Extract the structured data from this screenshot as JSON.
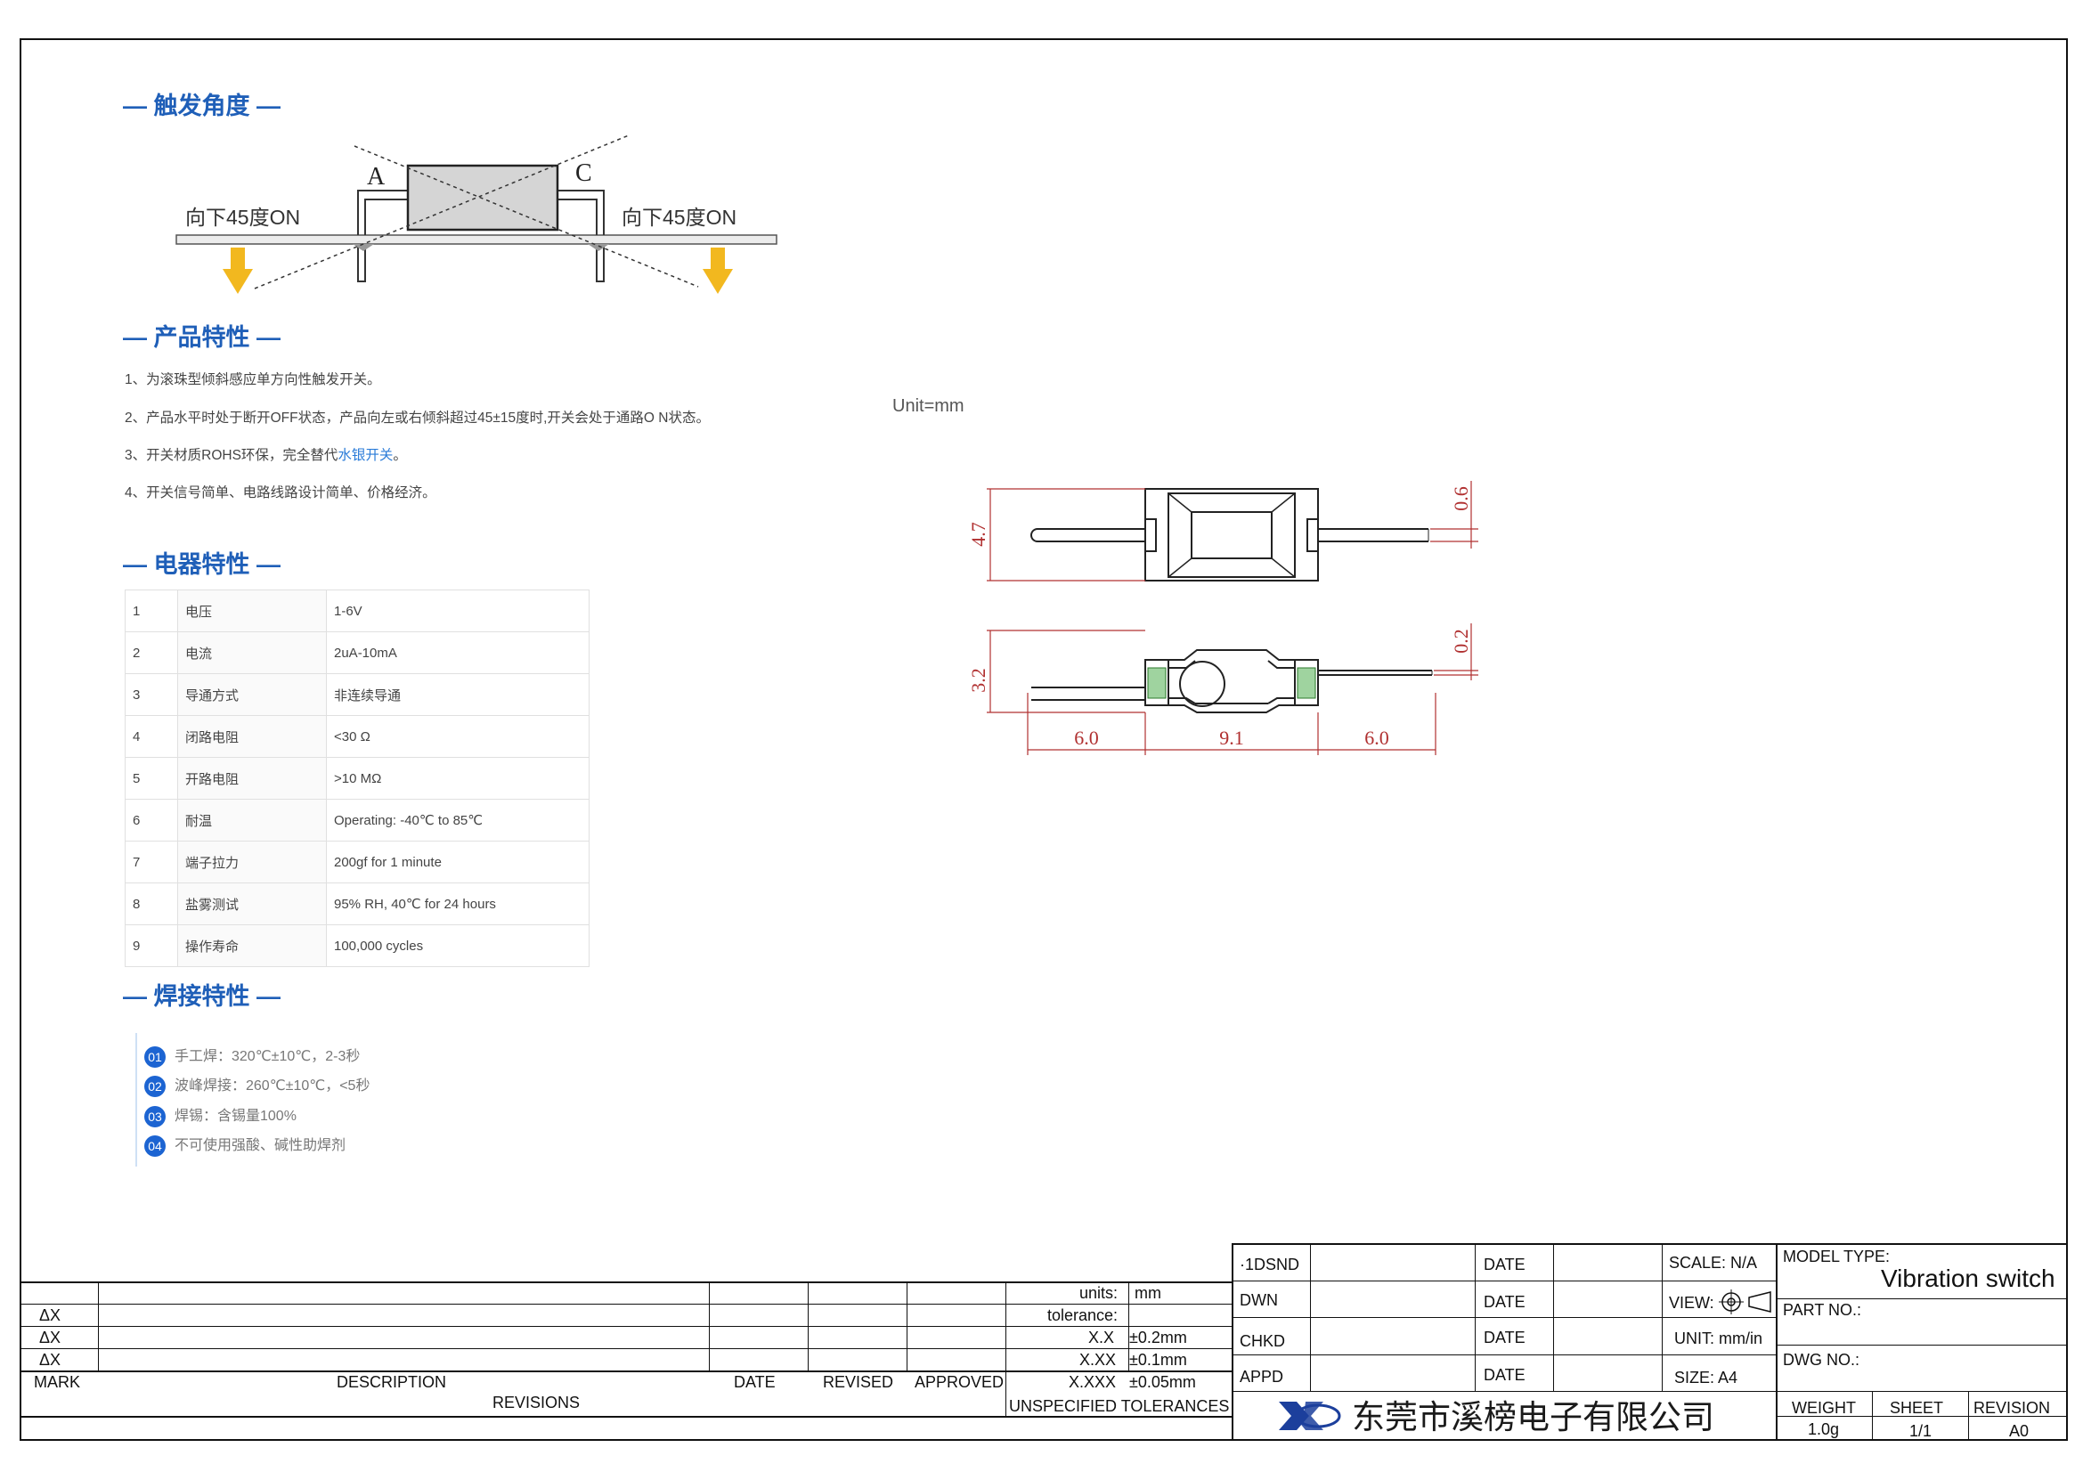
{
  "sections": {
    "trigger_angle": "— 触发角度 —",
    "features": "— 产品特性 —",
    "electrical": "— 电器特性 —",
    "soldering": "— 焊接特性 —"
  },
  "angle_diagram": {
    "label_a": "A",
    "label_c": "C",
    "left_text": "向下45度ON",
    "right_text": "向下45度ON",
    "arrow_color": "#f2b81f"
  },
  "features": [
    {
      "pre": "1、为滚珠型倾斜感应单方向性触发开关。",
      "link": "",
      "post": ""
    },
    {
      "pre": "2、产品水平时处于断开OFF状态，产品向左或右倾斜超过45±15度时,开关会处于通路O N状态。",
      "link": "",
      "post": ""
    },
    {
      "pre": "3、开关材质ROHS环保，完全替代",
      "link": "水银开关",
      "post": "。"
    },
    {
      "pre": "4、开关信号简单、电路线路设计简单、价格经济。",
      "link": "",
      "post": ""
    }
  ],
  "electrical_table": [
    {
      "idx": "1",
      "name": "电压",
      "value": "1-6V"
    },
    {
      "idx": "2",
      "name": "电流",
      "value": "2uA-10mA"
    },
    {
      "idx": "3",
      "name": "导通方式",
      "value": "非连续导通"
    },
    {
      "idx": "4",
      "name": "闭路电阻",
      "value": "<30 Ω"
    },
    {
      "idx": "5",
      "name": "开路电阻",
      "value": ">10 MΩ"
    },
    {
      "idx": "6",
      "name": "耐温",
      "value": "Operating: -40℃ to 85℃"
    },
    {
      "idx": "7",
      "name": "端子拉力",
      "value": "200gf for 1 minute"
    },
    {
      "idx": "8",
      "name": "盐雾测试",
      "value": "95% RH, 40℃ for 24 hours"
    },
    {
      "idx": "9",
      "name": "操作寿命",
      "value": "100,000 cycles"
    }
  ],
  "soldering": [
    {
      "num": "01",
      "text": "手工焊：320℃±10℃，2-3秒"
    },
    {
      "num": "02",
      "text": "波峰焊接：260℃±10℃，<5秒"
    },
    {
      "num": "03",
      "text": "焊锡：含锡量100%"
    },
    {
      "num": "04",
      "text": "不可使用强酸、碱性助焊剂"
    }
  ],
  "drawing": {
    "unit": "Unit=mm",
    "dim_height_top": "4.7",
    "dim_lead_top": "0.6",
    "dim_height_side": "3.2",
    "dim_lead_side": "0.2",
    "dim_left": "6.0",
    "dim_mid": "9.1",
    "dim_right": "6.0",
    "dim_color": "#b03030"
  },
  "title_block": {
    "revisions": {
      "delta_rows": [
        "ΔX",
        "ΔX",
        "ΔX"
      ],
      "mark": "MARK",
      "description": "DESCRIPTION",
      "date": "DATE",
      "revised": "REVISED",
      "approved": "APPROVED",
      "footer": "REVISIONS"
    },
    "tolerances": {
      "units_label": "units:",
      "units_value": "mm",
      "tolerance_label": "tolerance:",
      "rows": [
        {
          "label": "X.X",
          "value": "±0.2mm"
        },
        {
          "label": "X.XX",
          "value": "±0.1mm"
        },
        {
          "label": "X.XXX",
          "value": "±0.05mm"
        }
      ],
      "footer": "UNSPECIFIED TOLERANCES"
    },
    "signoff": [
      {
        "label": "·1DSND",
        "date": "DATE"
      },
      {
        "label": "DWN",
        "date": "DATE"
      },
      {
        "label": "CHKD",
        "date": "DATE"
      },
      {
        "label": "APPD",
        "date": "DATE"
      }
    ],
    "info": {
      "scale": "SCALE: N/A",
      "view": "VIEW:",
      "unit": "UNIT: mm/in",
      "size": "SIZE: A4"
    },
    "model_type_label": "MODEL TYPE:",
    "model_type_value": "Vibration switch",
    "part_no_label": "PART NO.:",
    "dwg_no_label": "DWG NO.:",
    "weight_label": "WEIGHT",
    "weight_value": "1.0g",
    "sheet_label": "SHEET",
    "sheet_value": "1/1",
    "revision_label": "REVISION",
    "revision_value": "A0",
    "company": "东莞市溪榜电子有限公司",
    "logo_color": "#1c3f9c"
  }
}
